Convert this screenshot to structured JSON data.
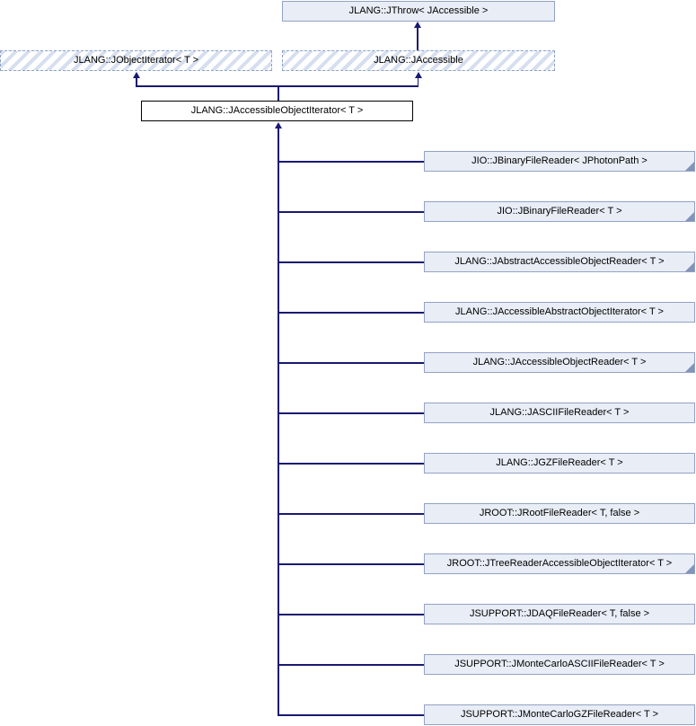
{
  "diagram_type": "class-inheritance-diagram",
  "colors": {
    "node_fill": "#e8edf6",
    "node_border": "#93a2c4",
    "edge": "#191970",
    "hatch_stripe": "#d6dfef",
    "hatch_border": "#8da2c9",
    "current_node_border": "#000000",
    "current_node_fill": "#ffffff",
    "fold_corner": "#8294b8"
  },
  "nodes": {
    "jthrow": {
      "label": "JLANG::JThrow< JAccessible >"
    },
    "jobjectiterator": {
      "label": "JLANG::JObjectIterator< T >"
    },
    "jaccessible": {
      "label": "JLANG::JAccessible"
    },
    "main": {
      "label": "JLANG::JAccessibleObjectIterator< T >"
    }
  },
  "derived": [
    {
      "label": "JIO::JBinaryFileReader< JPhotonPath >",
      "truncated": true
    },
    {
      "label": "JIO::JBinaryFileReader< T >",
      "truncated": true
    },
    {
      "label": "JLANG::JAbstractAccessibleObjectReader< T >",
      "truncated": true
    },
    {
      "label": "JLANG::JAccessibleAbstractObjectIterator< T >",
      "truncated": false
    },
    {
      "label": "JLANG::JAccessibleObjectReader< T >",
      "truncated": true
    },
    {
      "label": "JLANG::JASCIIFileReader< T >",
      "truncated": false
    },
    {
      "label": "JLANG::JGZFileReader< T >",
      "truncated": false
    },
    {
      "label": "JROOT::JRootFileReader< T, false >",
      "truncated": false
    },
    {
      "label": "JROOT::JTreeReaderAccessibleObjectIterator< T >",
      "truncated": true
    },
    {
      "label": "JSUPPORT::JDAQFileReader< T, false >",
      "truncated": false
    },
    {
      "label": "JSUPPORT::JMonteCarloASCIIFileReader< T >",
      "truncated": false
    },
    {
      "label": "JSUPPORT::JMonteCarloGZFileReader< T >",
      "truncated": false
    }
  ]
}
